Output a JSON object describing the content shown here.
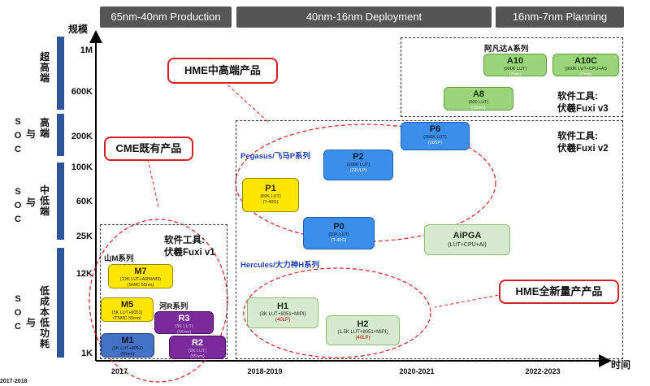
{
  "phases": [
    "65nm-40nm Production",
    "40nm-16nm Deployment",
    "16nm-7nm Planning"
  ],
  "axis": {
    "y_title": "规模",
    "x_title": "时间",
    "y_ticks": [
      "1M",
      "600K",
      "200K",
      "100K",
      "60K",
      "25K",
      "12K",
      "1K"
    ],
    "x_ticks": [
      "2017",
      "2018-2019",
      "2020-2021",
      "2022-2023"
    ]
  },
  "segments": {
    "top": "超高端",
    "high": "高端",
    "mid": "中低端",
    "low": "低成本低功耗",
    "soc": "SOC",
    "with": "与"
  },
  "callouts": {
    "hme_high": "HME中高端产品",
    "cme": "CME既有产品",
    "hme_new": "HME全新量产产品"
  },
  "tools": {
    "v1_a": "软件工具:",
    "v1_b": "伏羲Fuxi v1",
    "v2_a": "软件工具:",
    "v2_b": "伏羲Fuxi v2",
    "v3_a": "软件工具:",
    "v3_b": "伏羲Fuxi v3"
  },
  "series": {
    "afanda": "阿凡达A系列",
    "pegasus": "Pegasus/飞马P系列",
    "hercules": "Hercules/大力神H系列",
    "shanM": "山M系列",
    "heR": "河R系列"
  },
  "chips": {
    "A10": {
      "name": "A10",
      "spec": "(900K LUT)",
      "proc": "(7nm)"
    },
    "A10C": {
      "name": "A10C",
      "spec": "(900K LUT+CPU+AI)",
      "proc": "(7nm)"
    },
    "A8": {
      "name": "A8",
      "spec": "(600 LUT)",
      "proc": "(12nm)"
    },
    "P6": {
      "name": "P6",
      "spec": "(350K LUT)",
      "proc": "(28SP)"
    },
    "P2": {
      "name": "P2",
      "spec": "(100K LUT)",
      "proc": "(22ULP)"
    },
    "P1": {
      "name": "P1",
      "spec": "(60K LUT)",
      "proc": "(T-40G)"
    },
    "P0": {
      "name": "P0",
      "spec": "(20K LUT)",
      "proc": "(T-40G)"
    },
    "AiPGA": {
      "name": "AiPGA",
      "spec": "(LUT+CPU+AI)",
      "proc": ""
    },
    "M7": {
      "name": "M7",
      "spec": "(12K LUT+ARM/M3)",
      "proc": "(SMIC 55nm)"
    },
    "M5": {
      "name": "M5",
      "spec": "(5K LUT+8051)",
      "proc": "(TSMC 55nm)"
    },
    "M1": {
      "name": "M1",
      "spec": "(1K LUT+8051)",
      "proc": "(55nm)"
    },
    "R3": {
      "name": "R3",
      "spec": "(3K LUT)",
      "proc": "(55nm)"
    },
    "R2": {
      "name": "R2",
      "spec": "(2K LUT)",
      "proc": "(55nm)"
    },
    "H1": {
      "name": "H1",
      "spec": "(3K LUT+8051+MIPI)",
      "proc": "(40LP)"
    },
    "H2": {
      "name": "H2",
      "spec": "(1.5K LUT+8051+MIPI)",
      "proc": "(40LP)"
    }
  },
  "footnote": "2017-2018"
}
